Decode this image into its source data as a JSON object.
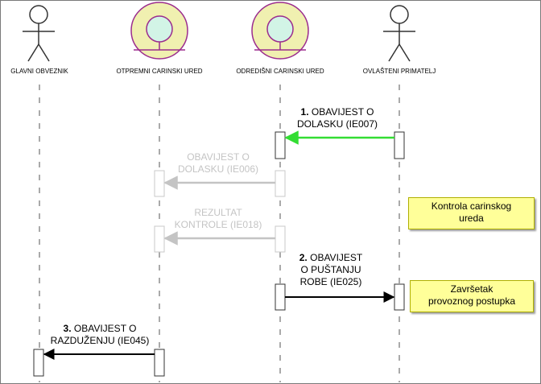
{
  "participants": [
    {
      "name": "GLAVNI OBVEZNIK",
      "kind": "actor"
    },
    {
      "name": "OTPREMNI CARINSKI URED",
      "kind": "entity"
    },
    {
      "name": "ODREDIŠNI CARINSKI URED",
      "kind": "entity"
    },
    {
      "name": "OVLAŠTENI PRIMATELJ",
      "kind": "actor"
    }
  ],
  "messages": [
    {
      "number": "1.",
      "line1": "OBAVIJEST O",
      "line2": "DOLASKU (IE007)",
      "line3": "",
      "from": "OVLAŠTENI PRIMATELJ",
      "to": "ODREDIŠNI CARINSKI URED",
      "color": "#33dd33",
      "state": "active"
    },
    {
      "number": "",
      "line1": "OBAVIJEST O",
      "line2": "DOLASKU (IE006)",
      "line3": "",
      "from": "ODREDIŠNI CARINSKI URED",
      "to": "OTPREMNI CARINSKI URED",
      "color": "#c4c4c4",
      "state": "faded"
    },
    {
      "number": "",
      "line1": "REZULTAT",
      "line2": "KONTROLE (IE018)",
      "line3": "",
      "from": "ODREDIŠNI CARINSKI URED",
      "to": "OTPREMNI CARINSKI URED",
      "color": "#c4c4c4",
      "state": "faded"
    },
    {
      "number": "2.",
      "line1": "OBAVIJEST",
      "line2": "O PUŠTANJU",
      "line3": "ROBE (IE025)",
      "from": "ODREDIŠNI CARINSKI URED",
      "to": "OVLAŠTENI PRIMATELJ",
      "color": "#000000",
      "state": "active"
    },
    {
      "number": "3.",
      "line1": "OBAVIJEST O",
      "line2": "RAZDUŽENJU (IE045)",
      "line3": "",
      "from": "OTPREMNI CARINSKI URED",
      "to": "GLAVNI OBVEZNIK",
      "color": "#000000",
      "state": "active"
    }
  ],
  "notes": [
    {
      "line1": "Kontrola carinskog",
      "line2": "ureda"
    },
    {
      "line1": "Završetak",
      "line2": "provoznog postupka"
    }
  ],
  "colors": {
    "lifeline": "#555555",
    "entity_fill": "#f0f0b0",
    "entity_stroke": "#9b2c8e",
    "entity_inner_fill": "#d2f4e6",
    "note_fill": "#ffff99"
  }
}
